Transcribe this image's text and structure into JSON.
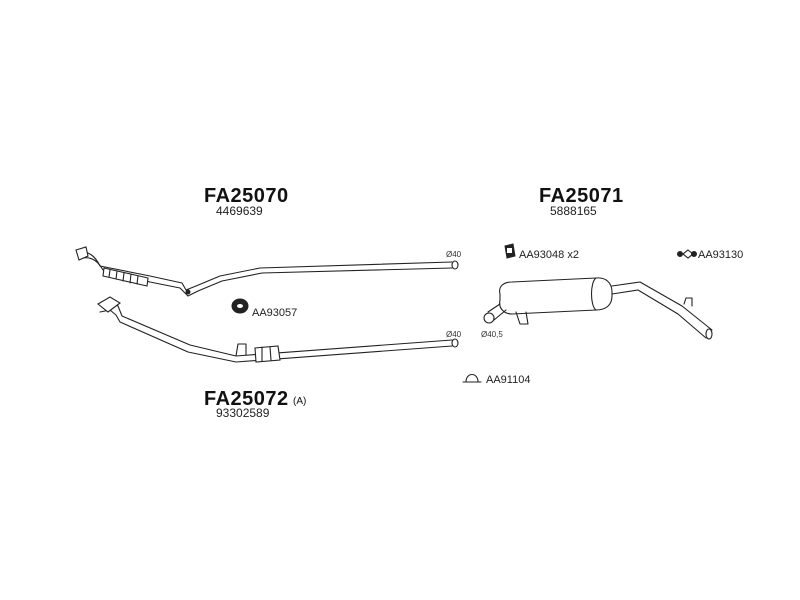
{
  "assemblies": [
    {
      "code": "FA25070",
      "ref": "4469639",
      "suffix": ""
    },
    {
      "code": "FA25071",
      "ref": "5888165",
      "suffix": ""
    },
    {
      "code": "FA25072",
      "ref": "93302589",
      "suffix": "(A)"
    }
  ],
  "parts": {
    "rubber_mount": "AA93057",
    "hanger_bracket": "AA93048 x2",
    "hanger_rubber": "AA93130",
    "clamp": "AA91104"
  },
  "dimensions": {
    "pipe_top": "Ø40",
    "pipe_bottom": "Ø40",
    "muffler_inlet": "Ø40,5"
  }
}
